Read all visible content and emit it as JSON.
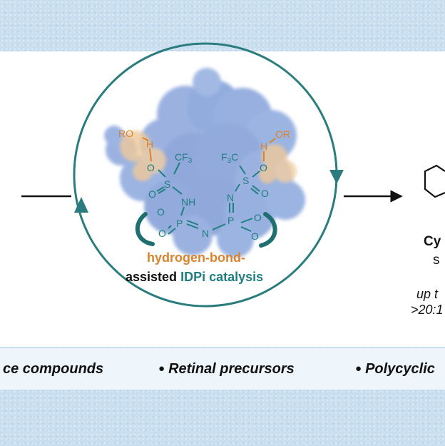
{
  "catalyst": {
    "line1": "hydrogen-bond-",
    "line2_black": "assisted",
    "line2_teal": "IDPi catalysis"
  },
  "molecule": {
    "ro_left": "RO",
    "h_left": "H",
    "h_right": "H",
    "or_right": "OR",
    "o_left_top": "O",
    "s_left": "S",
    "o_left_bot": "O",
    "cf3_left": "CF",
    "cf3_left_sub": "3",
    "nh": "NH",
    "f3c_right": "F",
    "f3c_right_sub": "3",
    "f3c_right_c": "C",
    "s_right": "S",
    "o_right_top": "O",
    "o_right_bot": "O",
    "n_right": "N",
    "p_left": "P",
    "p_right": "P",
    "n_bridge": "N",
    "o_p_left_a": "O",
    "o_p_left_b": "O",
    "o_p_right_a": "O",
    "o_p_right_b": "O"
  },
  "right": {
    "cy": "Cy",
    "s": "s",
    "up_to": "up t",
    "ratio": ">20:1"
  },
  "bar": {
    "item1": "ce compounds",
    "item2": "Retinal precursors",
    "item3": "Polycyclic"
  },
  "colors": {
    "teal": "#1f7f80",
    "orange": "#d9842b",
    "protein_blue": "#7f9fd8",
    "protein_orange": "#f0c99a"
  }
}
